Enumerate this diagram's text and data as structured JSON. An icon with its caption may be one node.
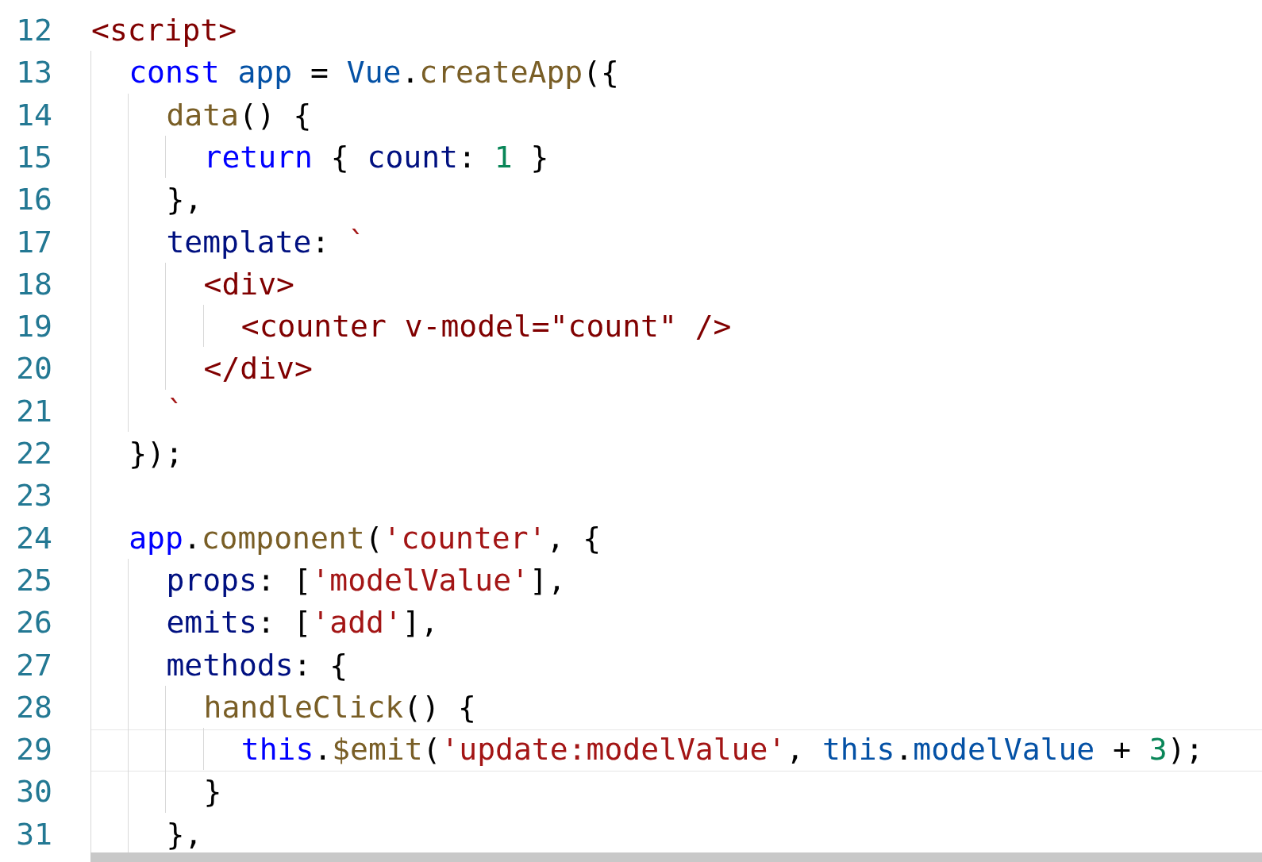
{
  "diagram": {
    "labels": [
      "12",
      "<script>",
      "13",
      "const app = Vue.createApp({",
      "14",
      "data() {",
      "15",
      "return { count: 1 }",
      "16",
      "},",
      "17",
      "template: `",
      "18",
      "<div>",
      "19",
      "<counter v-model=\"count\" />",
      "20",
      "</div>",
      "21",
      "`",
      "22",
      "});",
      "23",
      "24",
      "app.component('counter', {",
      "25",
      "props: ['modelValue'],",
      "26",
      "emits: ['add'],",
      "27",
      "methods: {",
      "28",
      "handleClick() {",
      "29",
      "this.$emit('update:modelValue', this.modelValue + 3);",
      "30",
      "}",
      "31",
      "},"
    ]
  }
}
